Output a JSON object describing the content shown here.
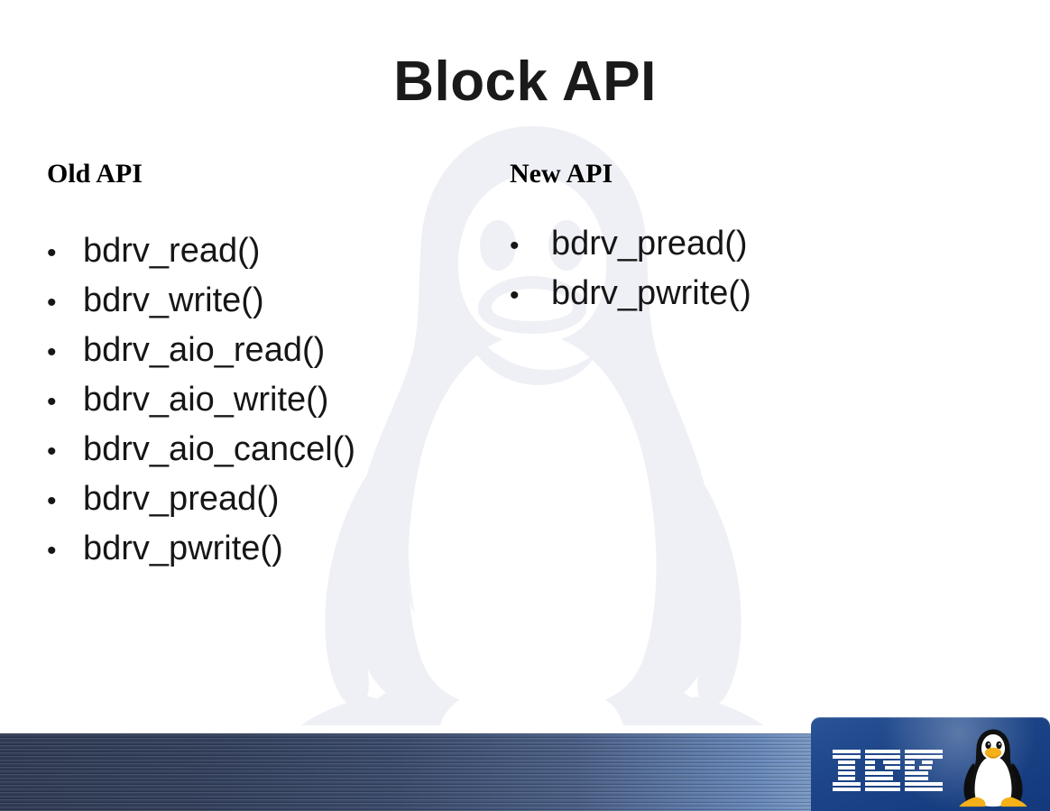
{
  "slide": {
    "title": "Block API",
    "background_color": "#ffffff",
    "title_color": "#1a1a1a",
    "watermark_icon": "tux-penguin-watermark",
    "watermark_color": "#eff0f5"
  },
  "columns": [
    {
      "id": "old",
      "heading": "Old API",
      "bullet_glyph": "•",
      "items": [
        "bdrv_read()",
        "bdrv_write()",
        "bdrv_aio_read()",
        "bdrv_aio_write()",
        "bdrv_aio_cancel()",
        "bdrv_pread()",
        "bdrv_pwrite()"
      ]
    },
    {
      "id": "new",
      "heading": "New API",
      "bullet_glyph": "•",
      "items": [
        "bdrv_pread()",
        "bdrv_pwrite()"
      ]
    }
  ],
  "footer": {
    "bar_color_left": "#323c55",
    "bar_color_right": "#89a6cf",
    "logo_panel_color": "#1c4487",
    "logo_text": "IBM",
    "logo_icon": "ibm-striped-logo",
    "mascot_icon": "tux-penguin-icon"
  }
}
